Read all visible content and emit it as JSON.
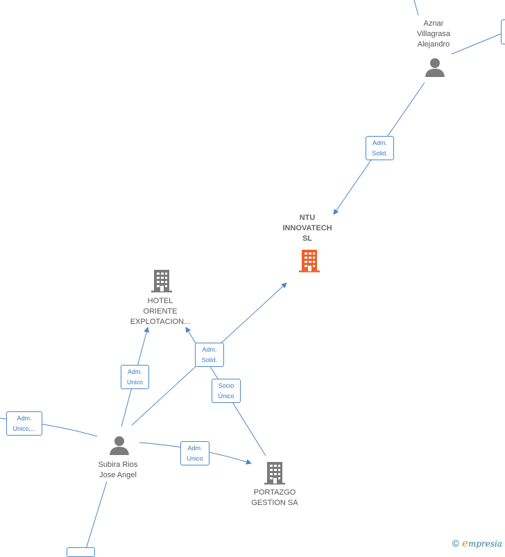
{
  "nodes": {
    "aznar": {
      "lines": [
        "Aznar",
        "Villagrasa",
        "Alejandro"
      ],
      "kind": "person"
    },
    "ntu": {
      "lines": [
        "NTU",
        "INNOVATECH",
        "SL"
      ],
      "kind": "company-main"
    },
    "hotel": {
      "lines": [
        "HOTEL",
        "ORIENTE",
        "EXPLOTACION..."
      ],
      "kind": "company"
    },
    "subira": {
      "lines": [
        "Subira Rios",
        "Jose Angel"
      ],
      "kind": "person"
    },
    "portazgo": {
      "lines": [
        "PORTAZGO",
        "GESTION SA"
      ],
      "kind": "company"
    }
  },
  "relations": {
    "aznar_ntu": [
      "Adm.",
      "Solid."
    ],
    "subira_hotel": [
      "Adm.",
      "Unico"
    ],
    "subira_ntu": [
      "Adm.",
      "Solid."
    ],
    "hotel_portazgo": [
      "Socio",
      "Único"
    ],
    "left_subira": [
      "Adm.",
      "Unico,..."
    ],
    "subira_portazgo": [
      "Adm.",
      "Unico"
    ]
  },
  "colors": {
    "edge": "#4a86c8",
    "person_icon": "#7b7b7b",
    "company_icon": "#7b7b7b",
    "main_company_icon": "#f0602a"
  },
  "footer": {
    "copyright": "©",
    "brand_first": "e",
    "brand_rest": "mpresia"
  }
}
